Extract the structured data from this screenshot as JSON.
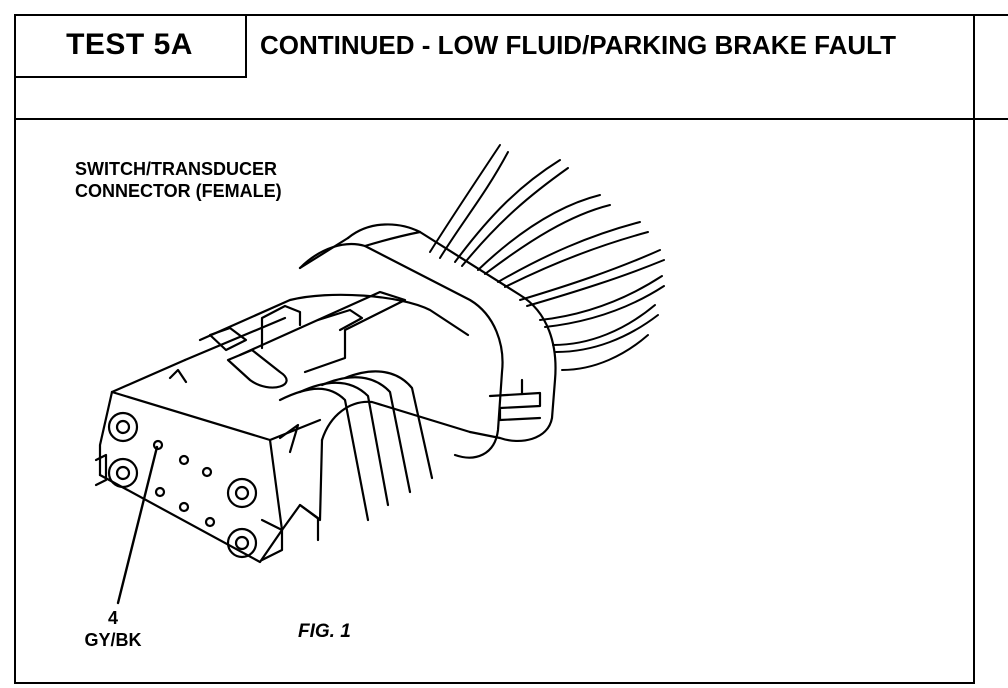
{
  "header": {
    "test_id": "TEST 5A",
    "title": "CONTINUED - LOW FLUID/PARKING BRAKE FAULT"
  },
  "figure": {
    "caption_line1": "SWITCH/TRANSDUCER",
    "caption_line2": "CONNECTOR (FEMALE)",
    "pin_number": "4",
    "pin_wire": "GY/BK",
    "fig_label": "FIG. 1"
  }
}
